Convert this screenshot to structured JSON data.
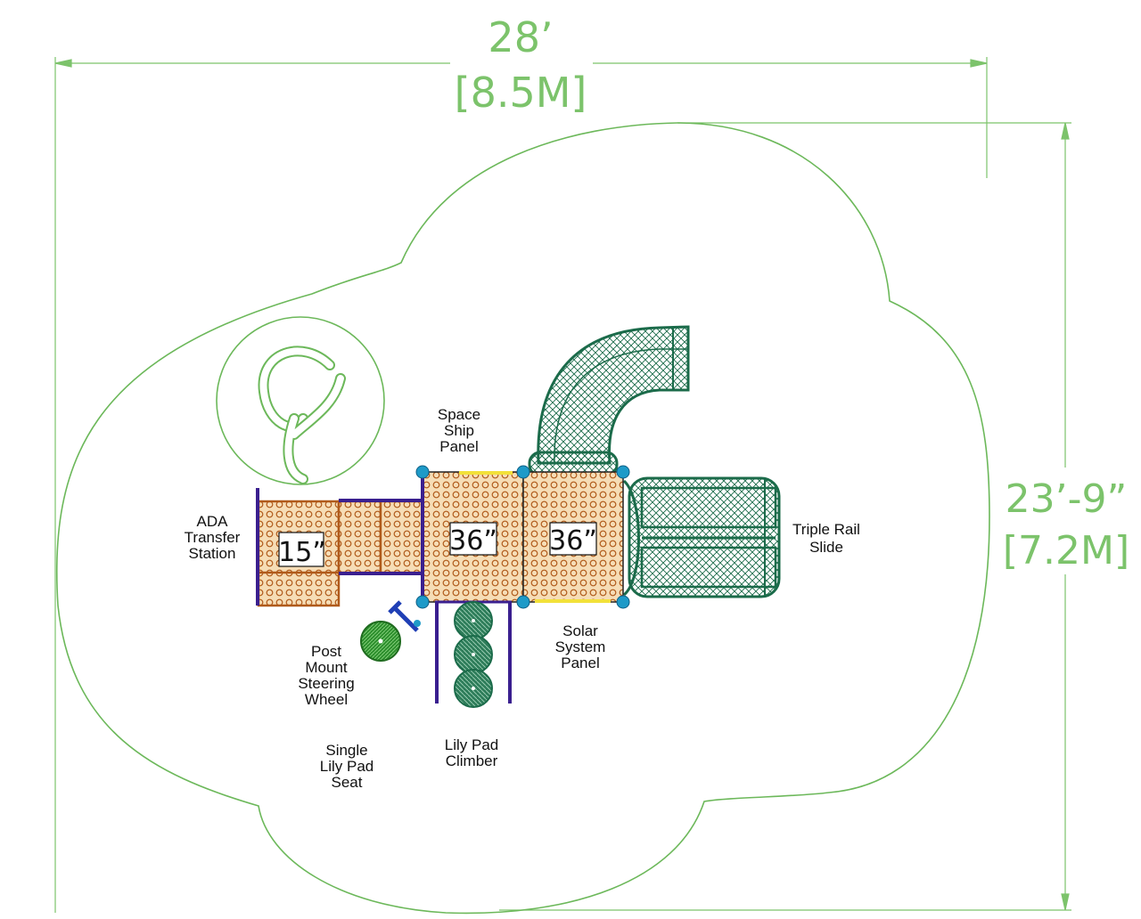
{
  "dimensions": {
    "width_ft": "28’",
    "width_m": "[8.5M]",
    "depth_ft": "23’-9”",
    "depth_m": "[7.2M]"
  },
  "decks": {
    "transfer_height": "15”",
    "deck1_height": "36”",
    "deck2_height": "36”"
  },
  "components": {
    "space_ship": [
      "Space",
      "Ship",
      "Panel"
    ],
    "ada": [
      "ADA",
      "Transfer",
      "Station"
    ],
    "triple_slide": [
      "Triple Rail",
      "Slide"
    ],
    "solar": [
      "Solar",
      "System",
      "Panel"
    ],
    "steering": [
      "Post",
      "Mount",
      "Steering",
      "Wheel"
    ],
    "lily_climber": [
      "Lily Pad",
      "Climber"
    ],
    "lily_seat": [
      "Single",
      "Lily Pad",
      "Seat"
    ]
  },
  "colors": {
    "boundary": "#6cb85a",
    "dimension": "#7cc36b",
    "slide": "#1b6b4a",
    "deck_fill": "#f6ddb6",
    "deck_dots": "#b05a1a",
    "post": "#1e9ac8",
    "barrier": "#3a1f8f",
    "accent_yellow": "#f2e13a",
    "wheel": "#2e8f2e"
  },
  "icons": {
    "logo": "playground-brand-logo",
    "steering": "steering-wheel-icon"
  }
}
